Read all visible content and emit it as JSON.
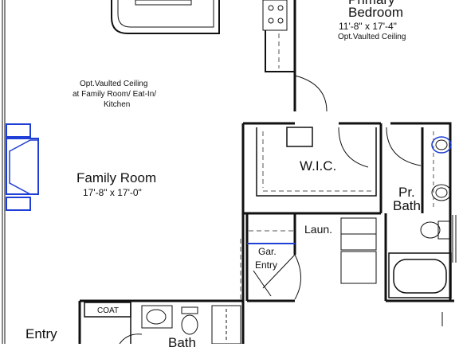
{
  "rooms": {
    "primary_bedroom": {
      "line1": "Primary",
      "line2": "Bedroom",
      "size": "11'-8\" x 17'-4\"",
      "note": "Opt.Vaulted Ceiling"
    },
    "family_room": {
      "name": "Family Room",
      "size": "17'-8\" x 17'-0\""
    },
    "family_note": {
      "line1": "Opt.Vaulted Ceiling",
      "line2": "at Family Room/ Eat-In/",
      "line3": "Kitchen"
    },
    "wic": "W.I.C.",
    "pr_bath": {
      "line1": "Pr.",
      "line2": "Bath"
    },
    "laundry": "Laun.",
    "garage_entry": {
      "line1": "Gar.",
      "line2": "Entry"
    },
    "coat": "COAT",
    "entry": "Entry",
    "bath": "Bath"
  },
  "colors": {
    "walls": "#111111",
    "dashed": "#555555",
    "fireplace": "#1f3fd6"
  }
}
